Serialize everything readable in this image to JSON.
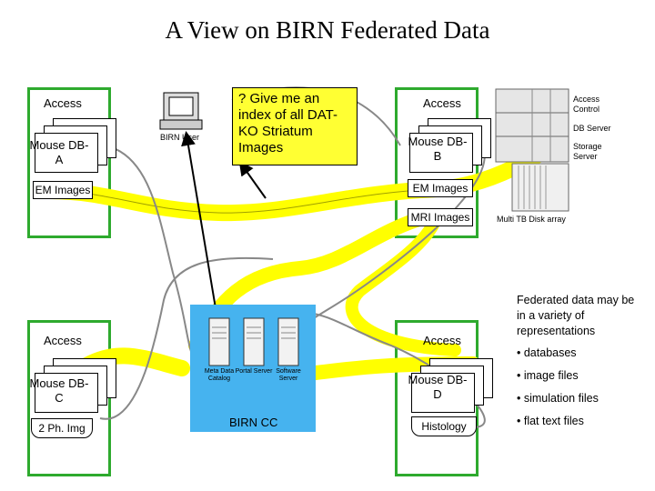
{
  "title": "A View on BIRN Federated Data",
  "sites": {
    "a": {
      "access": "Access",
      "mouse_db": "Mouse DB-A",
      "dataset1": "EM Images"
    },
    "b": {
      "access": "Access",
      "mouse_db": "Mouse DB-B",
      "dataset1": "EM Images",
      "dataset2": "MRI Images"
    },
    "c": {
      "access": "Access",
      "mouse_db": "Mouse DB-C",
      "dataset1": "2 Ph. Img"
    },
    "d": {
      "access": "Access",
      "mouse_db": "Mouse DB-D",
      "dataset1": "Histology"
    }
  },
  "birn_user": "BIRN User",
  "query": "? Give me an index of all DAT-KO Striatum Images",
  "birn_cc": {
    "label": "BIRN CC",
    "servers": [
      "Meta Data Catalog",
      "Portal Server",
      "Software Server"
    ]
  },
  "hardware": {
    "rack_labels": [
      "Access Control",
      "DB Server",
      "Storage Server"
    ],
    "disk_array": "Multi TB Disk array"
  },
  "notes": {
    "intro": "Federated data may be in a variety of representations",
    "bullets": [
      "databases",
      "image files",
      "simulation files",
      "flat text files"
    ]
  },
  "colors": {
    "site_border": "#2eaa2e",
    "query_bg": "#ffff33",
    "birn_cc_bg": "#46b3ef",
    "network": "#ffff00"
  }
}
